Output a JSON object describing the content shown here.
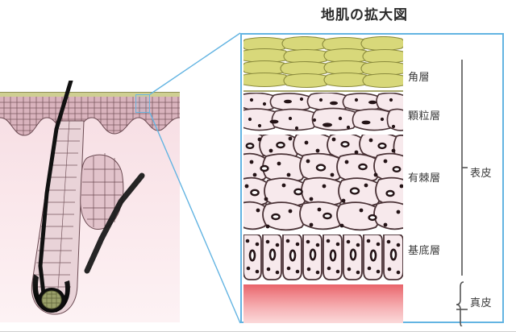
{
  "title": "地肌の拡大図",
  "colors": {
    "panel_border": "#63b4e2",
    "callout_border": "#6ab6e0",
    "horny_layer": "#d8d87a",
    "granular_layer": "#f7e9ec",
    "spinous_layer": "#f7e9ec",
    "basal_layer": "#f7e9ec",
    "dermis_top": "#e8646a",
    "dermis_bottom": "#fbd9da",
    "cell_outline": "#4a3236",
    "left_skin_surface": "#cfcf92",
    "left_dermis": "#f6dde3",
    "hair_shaft": "#111111",
    "dermal_papilla": "#9aa06a",
    "label_text": "#3a3a3a"
  },
  "magnified_panel": {
    "layers": [
      {
        "id": "horny",
        "label": "角層",
        "description": "flattened-keratinized-cells"
      },
      {
        "id": "granular",
        "label": "顆粒層",
        "description": "flattened-granule-cells"
      },
      {
        "id": "spinous",
        "label": "有棘層",
        "description": "polygonal-prickle-cells"
      },
      {
        "id": "basal",
        "label": "基底層",
        "description": "columnar-basal-cells"
      },
      {
        "id": "dermis",
        "label": "",
        "description": "dermis-red-gradient"
      }
    ]
  },
  "brackets": [
    {
      "id": "epidermis",
      "label": "表皮"
    },
    {
      "id": "dermis",
      "label": "真皮"
    }
  ],
  "left_diagram": {
    "name": "hair-follicle-cross-section",
    "parts": [
      {
        "id": "hair-shaft",
        "label": ""
      },
      {
        "id": "skin-surface",
        "label": ""
      },
      {
        "id": "epidermis-layer",
        "label": ""
      },
      {
        "id": "dermis-layer",
        "label": ""
      },
      {
        "id": "hair-follicle",
        "label": ""
      },
      {
        "id": "sebaceous-gland",
        "label": ""
      },
      {
        "id": "hair-bulb",
        "label": ""
      },
      {
        "id": "dermal-papilla",
        "label": ""
      }
    ]
  },
  "callout": {
    "name": "magnification-callout-box",
    "label": ""
  }
}
